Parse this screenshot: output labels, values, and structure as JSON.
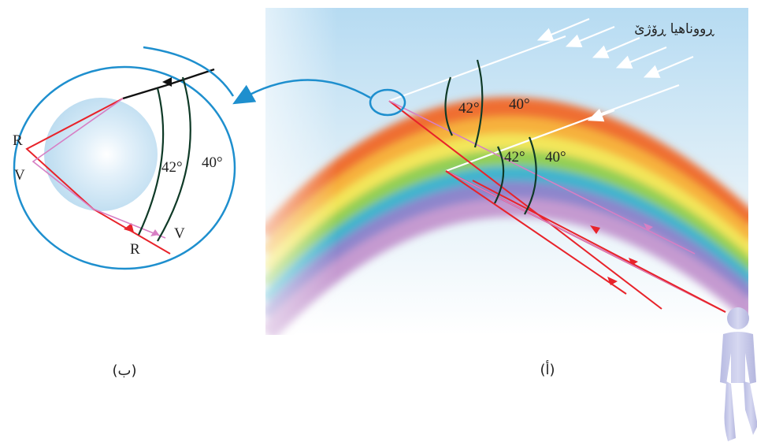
{
  "colors": {
    "red_ray": "#e8232a",
    "violet_ray": "#d77fc4",
    "arc_line": "#0f3a27",
    "outline": "#1e8fce",
    "sky_top": "#b9dcf3",
    "person": "#c9cbe9"
  },
  "panel_a": {
    "caption": "(أ)",
    "sunlight_label": "ڕووناهیا ڕۆژێ",
    "angle_upper_42": "42°",
    "angle_upper_40": "40°",
    "angle_lower_42": "42°",
    "angle_lower_40": "40°"
  },
  "panel_b": {
    "caption": "(ب)",
    "label_r_left": "R",
    "label_v_left": "V",
    "label_r_bottom": "R",
    "label_v_bottom": "V",
    "angle_42": "42°",
    "angle_40": "40°"
  },
  "icons": [
    "sun-ray-arrows-icon",
    "magnifier-circle-icon",
    "person-observer-icon",
    "water-droplet-icon"
  ]
}
